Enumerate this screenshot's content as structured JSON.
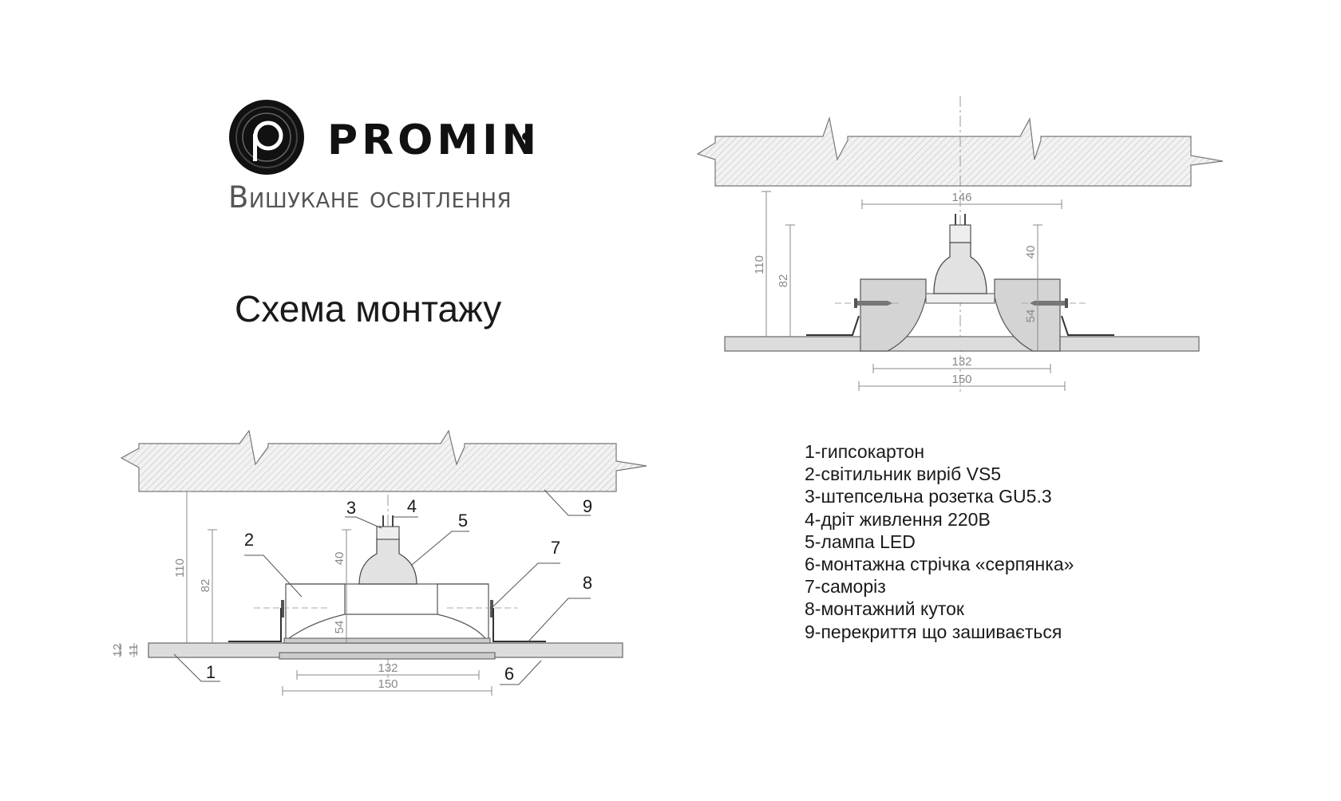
{
  "brand": {
    "name": "PROMIN",
    "tagline": "Вишукане освітлення"
  },
  "title": "Схема монтажу",
  "legend": [
    "1-гипсокартон",
    "2-світильник виріб VS5",
    "3-штепсельна розетка GU5.3",
    "4-дріт живлення 220В",
    "5-лампа LED",
    "6-монтажна стрічка «серпянка»",
    "7-саморіз",
    "8-монтажний куток",
    "9-перекриття що зашивається"
  ],
  "top_drawing": {
    "dims": {
      "w146": "146",
      "h110": "110",
      "h82": "82",
      "h40": "40",
      "h54": "54",
      "w132": "132",
      "w150": "150"
    }
  },
  "bottom_drawing": {
    "dims": {
      "h110": "110",
      "h82": "82",
      "h40": "40",
      "h54": "54",
      "t12": "12",
      "t11": "11",
      "w132": "132",
      "w150": "150"
    },
    "callouts": {
      "c1": "1",
      "c2": "2",
      "c3": "3",
      "c4": "4",
      "c5": "5",
      "c6": "6",
      "c7": "7",
      "c8": "8",
      "c9": "9"
    }
  },
  "colors": {
    "ink": "#1a1a1a",
    "line": "#555555",
    "dim": "#888888",
    "hatch_fill": "#f0f0f0",
    "part_fill": "#dcdcdc"
  }
}
